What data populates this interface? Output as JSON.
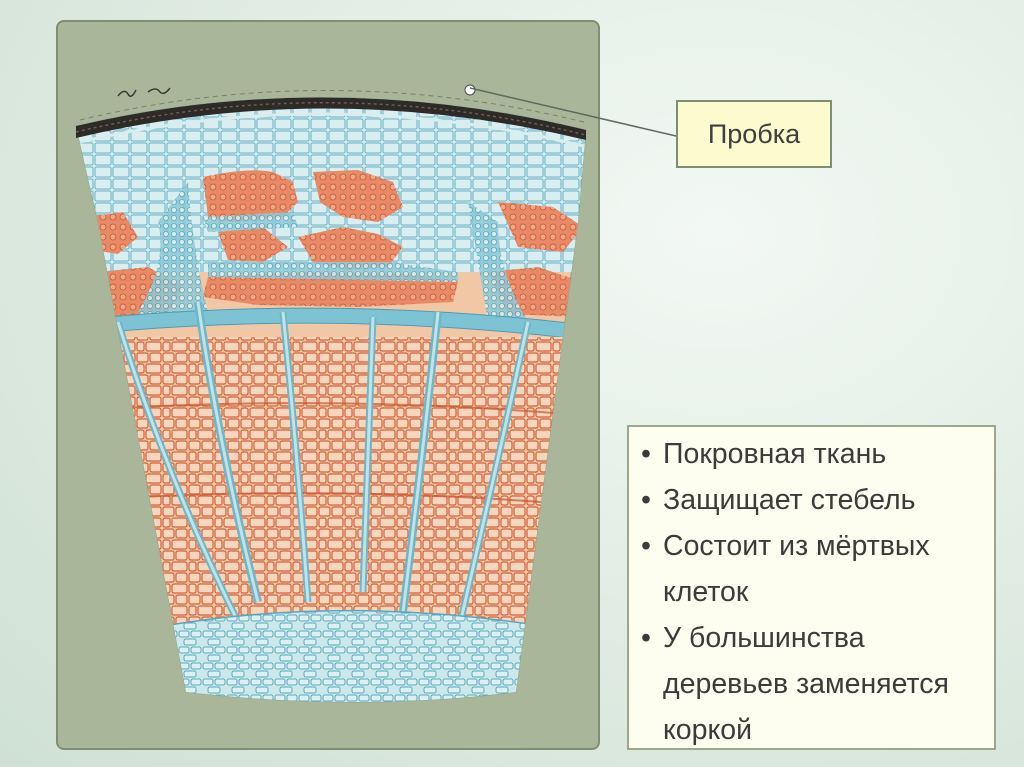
{
  "diagram": {
    "label": "Пробка",
    "colors": {
      "panel_bg": "#a9b69a",
      "parenchyma_blue": "#bfe3e6",
      "cell_wall_blue": "#5aa8c0",
      "phloem_fibers": "#e86b4b",
      "xylem_fill": "#f3c9a8",
      "xylem_wall": "#d86b45",
      "cork": "#2d2a28",
      "label_bg": "#fbfbcf"
    }
  },
  "info": {
    "items": [
      "Покровная ткань",
      "Защищает стебель",
      "Состоит из мёртвых клеток",
      "У большинства деревьев заменяется коркой"
    ]
  }
}
